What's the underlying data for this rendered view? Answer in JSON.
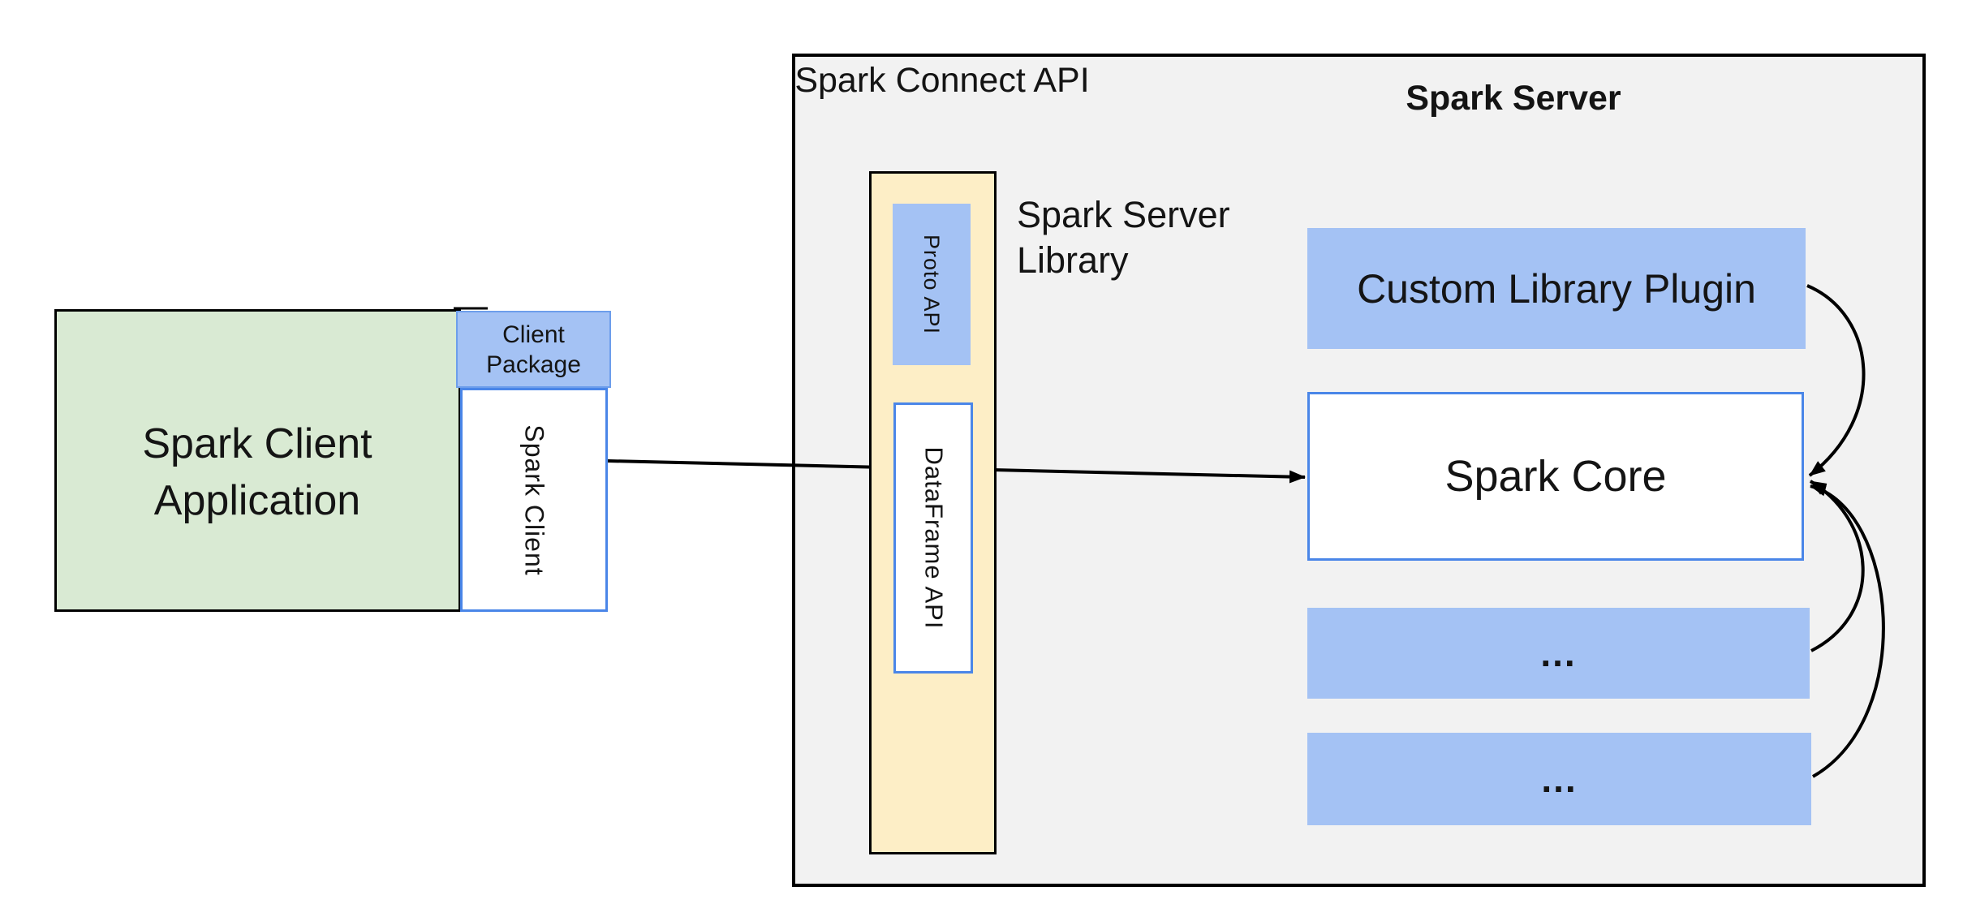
{
  "colors": {
    "canvas-bg": "#ffffff",
    "container-fill": "#f2f2f2",
    "container-border": "#000000",
    "green-fill": "#d9ead3",
    "blue-fill": "#a4c2f4",
    "yellow-fill": "#fdeec6",
    "blue-border": "#4a86e8",
    "package-border": "#6d9eeb",
    "text": "#141414",
    "arrow": "#000000"
  },
  "client": {
    "app_label": "Spark Client Application",
    "package_label": "Client Package",
    "client_label": "Spark Client"
  },
  "connect": {
    "api_label": "Spark Connect API",
    "library_label": "Spark Server Library",
    "proto_label": "Proto API",
    "dataframe_label": "DataFrame API"
  },
  "server": {
    "title": "Spark Server",
    "plugin_label": "Custom Library Plugin",
    "core_label": "Spark Core",
    "rows": [
      "...",
      "..."
    ]
  }
}
